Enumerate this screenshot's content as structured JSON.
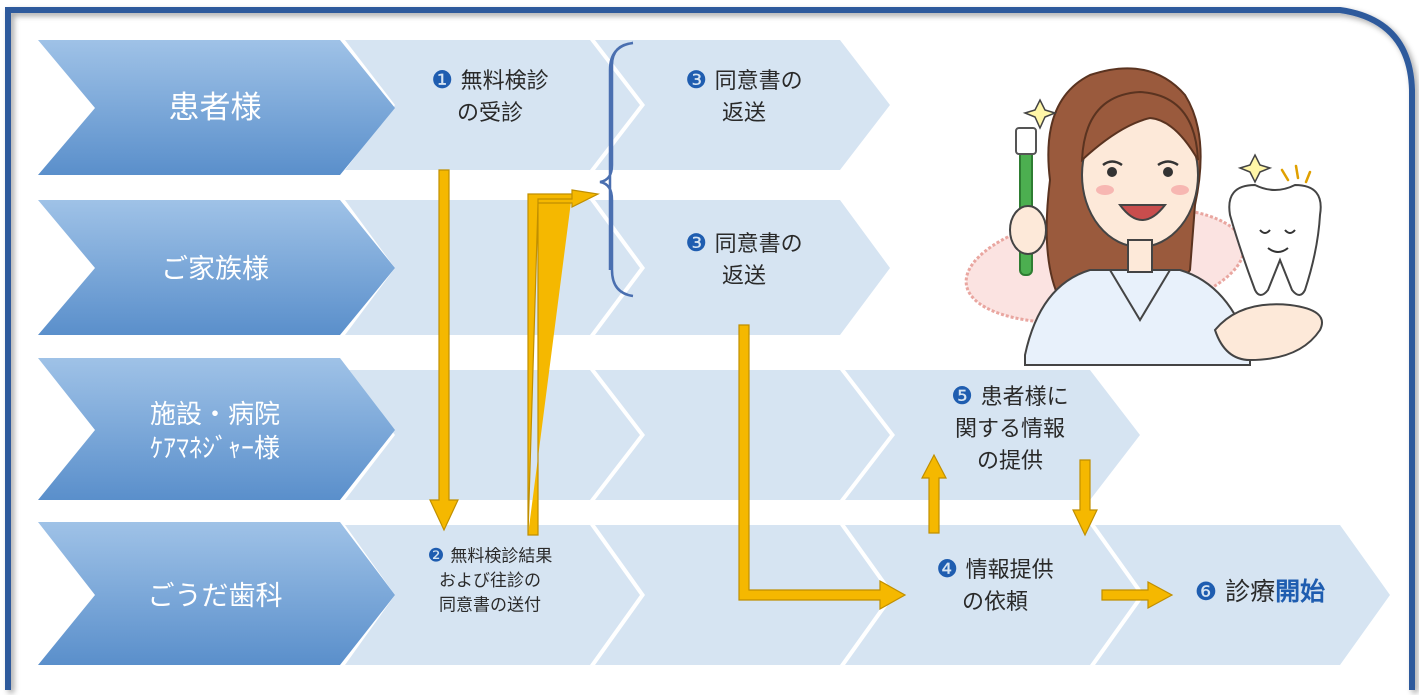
{
  "roles": [
    {
      "id": "patient",
      "lines": [
        "患者様"
      ]
    },
    {
      "id": "family",
      "lines": [
        "ご家族様"
      ]
    },
    {
      "id": "facility",
      "lines": [
        "施設・病院",
        "ｹｱﾏﾈｼﾞｬｰ様"
      ]
    },
    {
      "id": "clinic",
      "lines": [
        "ごうだ歯科"
      ]
    }
  ],
  "steps": [
    {
      "id": "step1",
      "num": "❶",
      "lines": [
        "無料検診",
        "の受診"
      ]
    },
    {
      "id": "step2",
      "num": "❷",
      "lines": [
        "無料検診結果",
        "および往診の",
        "同意書の送付"
      ]
    },
    {
      "id": "step3a",
      "num": "❸",
      "lines": [
        "同意書の",
        "返送"
      ]
    },
    {
      "id": "step3b",
      "num": "❸",
      "lines": [
        "同意書の",
        "返送"
      ]
    },
    {
      "id": "step4",
      "num": "❹",
      "lines": [
        "情報提供",
        "の依頼"
      ]
    },
    {
      "id": "step5",
      "num": "❺",
      "lines": [
        "患者様に",
        "関する情報",
        "の提供"
      ]
    },
    {
      "id": "step6",
      "num": "❻",
      "prefix": "診療",
      "emph": "開始"
    }
  ],
  "colors": {
    "frame": "#2f5a9c",
    "role_light": "#9fc2e7",
    "role_dark": "#5a8fcb",
    "step_fill": "#d6e4f2",
    "arrow_fill": "#f5b800",
    "arrow_stroke": "#c08f00",
    "number": "#1f5db0",
    "text": "#2a2a2a",
    "brace": "#4a6fb0"
  },
  "illustration": "dentist-with-toothbrush-and-tooth"
}
